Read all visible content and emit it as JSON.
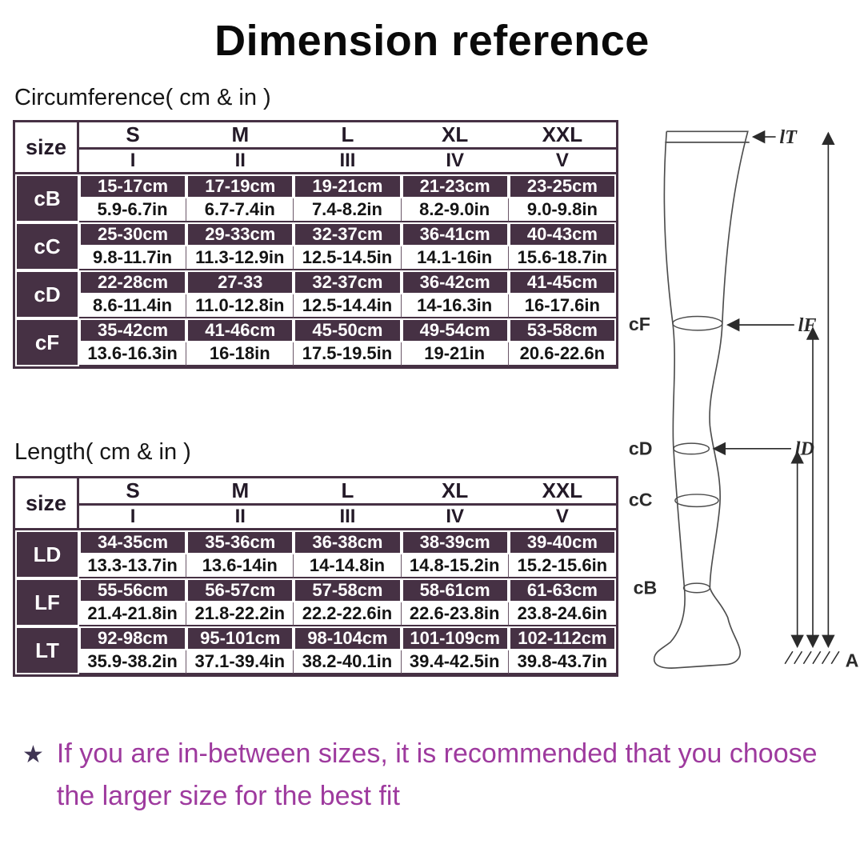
{
  "title": "Dimension reference",
  "circumference_table": {
    "section_label": "Circumference( cm & in )",
    "size_header": "size",
    "size_columns": [
      "S",
      "M",
      "L",
      "XL",
      "XXL"
    ],
    "numeral_columns": [
      "I",
      "II",
      "III",
      "IV",
      "V"
    ],
    "rows": [
      {
        "label": "cB",
        "cm": [
          "15-17cm",
          "17-19cm",
          "19-21cm",
          "21-23cm",
          "23-25cm"
        ],
        "inch": [
          "5.9-6.7in",
          "6.7-7.4in",
          "7.4-8.2in",
          "8.2-9.0in",
          "9.0-9.8in"
        ]
      },
      {
        "label": "cC",
        "cm": [
          "25-30cm",
          "29-33cm",
          "32-37cm",
          "36-41cm",
          "40-43cm"
        ],
        "inch": [
          "9.8-11.7in",
          "11.3-12.9in",
          "12.5-14.5in",
          "14.1-16in",
          "15.6-18.7in"
        ]
      },
      {
        "label": "cD",
        "cm": [
          "22-28cm",
          "27-33",
          "32-37cm",
          "36-42cm",
          "41-45cm"
        ],
        "inch": [
          "8.6-11.4in",
          "11.0-12.8in",
          "12.5-14.4in",
          "14-16.3in",
          "16-17.6in"
        ]
      },
      {
        "label": "cF",
        "cm": [
          "35-42cm",
          "41-46cm",
          "45-50cm",
          "49-54cm",
          "53-58cm"
        ],
        "inch": [
          "13.6-16.3in",
          "16-18in",
          "17.5-19.5in",
          "19-21in",
          "20.6-22.6n"
        ]
      }
    ]
  },
  "length_table": {
    "section_label": "Length( cm & in )",
    "size_header": "size",
    "size_columns": [
      "S",
      "M",
      "L",
      "XL",
      "XXL"
    ],
    "numeral_columns": [
      "I",
      "II",
      "III",
      "IV",
      "V"
    ],
    "rows": [
      {
        "label": "LD",
        "cm": [
          "34-35cm",
          "35-36cm",
          "36-38cm",
          "38-39cm",
          "39-40cm"
        ],
        "inch": [
          "13.3-13.7in",
          "13.6-14in",
          "14-14.8in",
          "14.8-15.2in",
          "15.2-15.6in"
        ]
      },
      {
        "label": "LF",
        "cm": [
          "55-56cm",
          "56-57cm",
          "57-58cm",
          "58-61cm",
          "61-63cm"
        ],
        "inch": [
          "21.4-21.8in",
          "21.8-22.2in",
          "22.2-22.6in",
          "22.6-23.8in",
          "23.8-24.6in"
        ]
      },
      {
        "label": "LT",
        "cm": [
          "92-98cm",
          "95-101cm",
          "98-104cm",
          "101-109cm",
          "102-112cm"
        ],
        "inch": [
          "35.9-38.2in",
          "37.1-39.4in",
          "38.2-40.1in",
          "39.4-42.5in",
          "39.8-43.7in"
        ]
      }
    ]
  },
  "diagram": {
    "labels": {
      "cF": "cF",
      "cD": "cD",
      "cC": "cC",
      "cB": "cB",
      "lT": "lT",
      "lF": "lF",
      "lD": "lD",
      "ground": "A"
    }
  },
  "note": {
    "star": "★",
    "text": "If you are in-between sizes, it is recommended that you choose the larger size for the best fit"
  },
  "colors": {
    "table_dark": "#463144",
    "note_text": "#9e3a9e",
    "title_text": "#0a0a0a"
  }
}
